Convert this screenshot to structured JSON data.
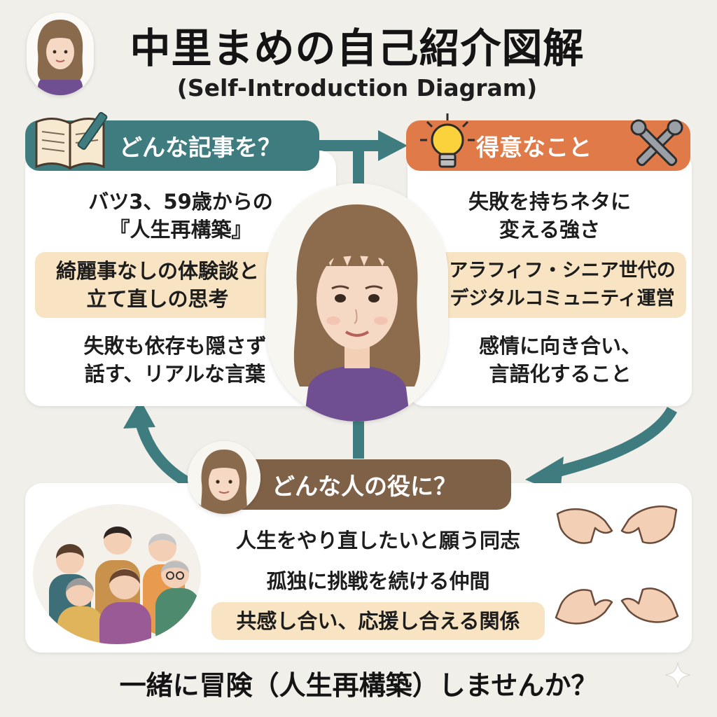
{
  "header": {
    "title": "中里まめの自己紹介図解",
    "subtitle": "(Self-Introduction Diagram)"
  },
  "articles": {
    "heading": "どんな記事を？",
    "icon": "open-book-pen-icon",
    "line1": "バツ3、59歳からの",
    "line2": "『人生再構築』",
    "highlight1": "綺麗事なしの体験談と",
    "highlight2": "立て直しの思考",
    "line3": "失敗も依存も隠さず",
    "line4": "話す、リアルな言葉"
  },
  "strengths": {
    "heading": "得意なこと",
    "icons": [
      "lightbulb-icon",
      "tools-icon"
    ],
    "line1": "失敗を持ちネタに",
    "line2": "変える強さ",
    "highlight1": "アラフィフ・シニア世代の",
    "highlight2": "デジタルコミュニティ運営",
    "line3": "感情に向き合い、",
    "line4": "言語化すること"
  },
  "audience": {
    "heading": "どんな人の役に？",
    "icons": [
      "group-of-people-icon",
      "joined-hands-icon"
    ],
    "line1": "人生をやり直したいと願う同志",
    "line2": "孤独に挑戦を続ける仲間",
    "highlight": "共感し合い、応援し合える関係"
  },
  "footer": {
    "cta": "一緒に冒険（人生再構築）しませんか？"
  },
  "colors": {
    "teal": "#3e7c80",
    "orange": "#e07a48",
    "brown": "#7f6148",
    "highlight": "#f8e4c2",
    "background": "#f1efea"
  }
}
